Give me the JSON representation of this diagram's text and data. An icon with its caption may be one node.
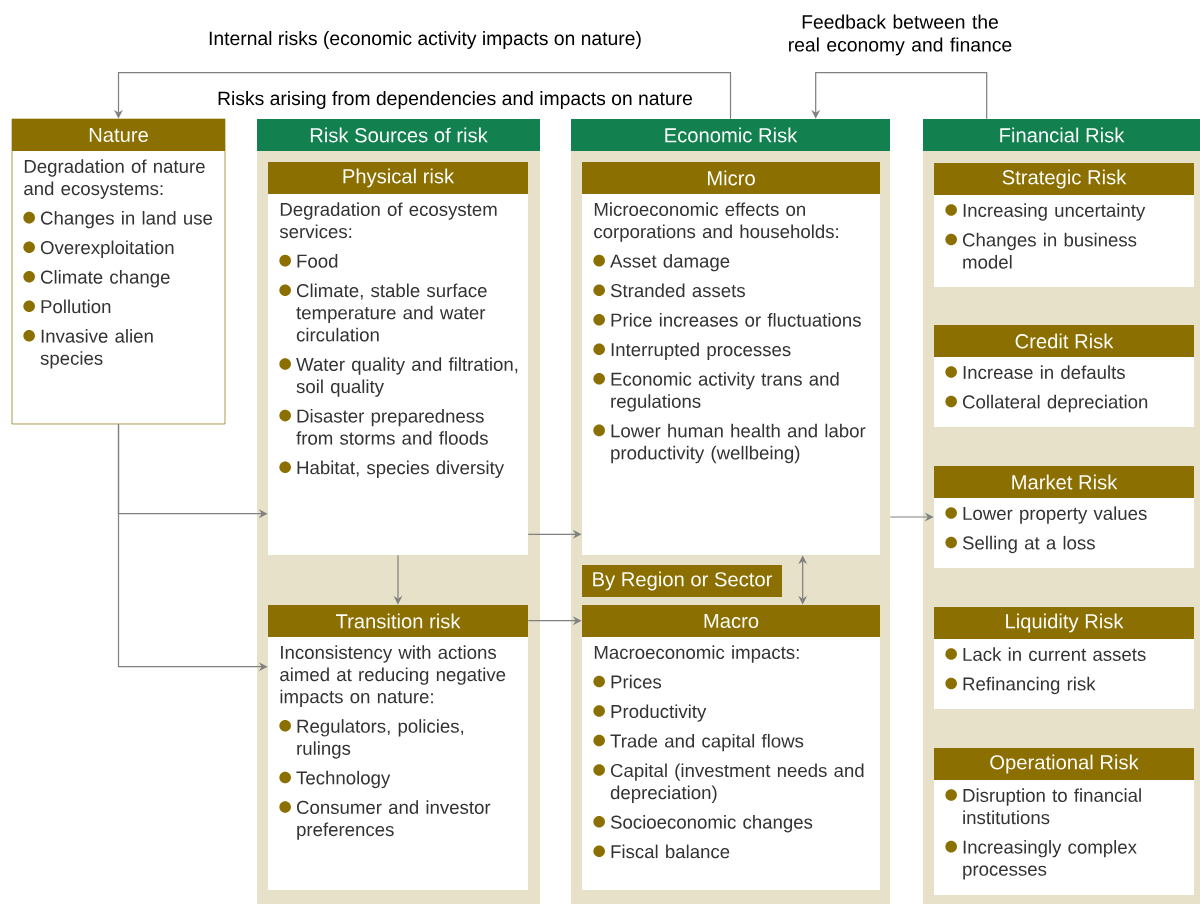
{
  "diagram": {
    "nodes": [
      {
        "text": [
          "Nature",
          "Degradation of nature and ecosystems:",
          "Changes in land use",
          "Overexploitation",
          "Climate change",
          "Pollution",
          "Invasive alien species"
        ]
      },
      {
        "text": [
          "Risk Sources of risk"
        ]
      },
      {
        "text": [
          "Physical risk",
          "Degradation of ecosystem services:",
          "Food",
          "Climate, stable surface temperature and water circulation",
          "Water quality and filtration, soil quality",
          "Disaster preparedness from storms and floods",
          "Habitat, species diversity"
        ],
        "in": 1
      },
      {
        "text": [
          "Transition risk",
          "Inconsistency with actions aimed at reducing negative impacts on nature:",
          "Regulators, policies, rulings",
          "Technology",
          "Consumer and investor preferences"
        ],
        "in": 1
      },
      {
        "text": [
          "Economic Risk"
        ]
      },
      {
        "text": [
          "Micro",
          "Microeconomic effects on corporations and households:",
          "Asset damage",
          "Stranded assets",
          "Price increases or fluctuations",
          "Interrupted processes",
          "Economic activity trans and regulations",
          "Lower human health and labor productivity (wellbeing)"
        ],
        "in": 4
      },
      {
        "text": [
          "By Region or Sector"
        ],
        "in": 4
      },
      {
        "text": [
          "Macro",
          "Macroeconomic impacts:",
          "Prices",
          "Productivity",
          "Trade and capital flows",
          "Capital (investment needs and depreciation)",
          "Socioeconomic changes",
          "Fiscal balance"
        ],
        "in": 4
      },
      {
        "text": [
          "Financial Risk"
        ]
      },
      {
        "text": [
          "Strategic Risk",
          "Increasing uncertainty",
          "Changes in business model"
        ],
        "in": 8
      },
      {
        "text": [
          "Credit Risk",
          "Increase in defaults",
          "Collateral depreciation"
        ],
        "in": 8
      },
      {
        "text": [
          "Market Risk",
          "Lower property values",
          "Selling at a loss"
        ],
        "in": 8
      },
      {
        "text": [
          "Liquidity Risk",
          "Lack in current assets",
          "Refinancing risk"
        ],
        "in": 8
      },
      {
        "text": [
          "Operational Risk",
          "Disruption to financial institutions",
          "Increasingly complex processes"
        ],
        "in": 8
      }
    ],
    "edges": [
      {
        "from": 4,
        "to": 0,
        "arrow": "to",
        "label": "Internal risks (economic activity impacts on nature)"
      },
      {
        "from": 8,
        "to": 4,
        "arrow": "to",
        "label": "Feedback between the real economy and finance"
      },
      {
        "from": 0,
        "to": 2,
        "arrow": "to"
      },
      {
        "from": 0,
        "to": 3,
        "arrow": "to"
      },
      {
        "from": 2,
        "to": 5,
        "arrow": "to"
      },
      {
        "from": 2,
        "to": 3,
        "arrow": "to"
      },
      {
        "from": 3,
        "to": 7,
        "arrow": "to"
      },
      {
        "from": 5,
        "to": 7,
        "arrow": "both"
      },
      {
        "from": 4,
        "to": 11,
        "arrow": "to"
      }
    ],
    "labels": [
      "Risks arising from dependencies and impacts on nature"
    ]
  }
}
